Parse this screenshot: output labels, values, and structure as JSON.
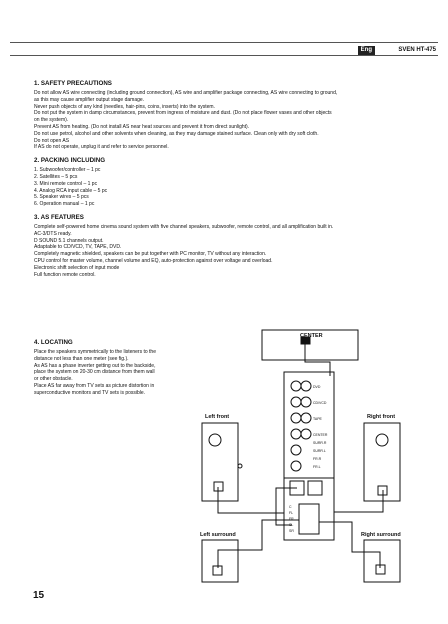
{
  "header": {
    "lang": "Eng",
    "model": "SVEN HT-475"
  },
  "safety": {
    "title": "1. SAFETY PRECAUTIONS",
    "lines": [
      "Do not allow AS wire connecting (including ground connection), AS wire and amplifier package connecting, AS wire connecting to ground,",
      "as this may cause amplifier output stage damage.",
      "Never push objects of any kind (needles, hair-pins, coins, inserts) into the system.",
      "Do not put the system in damp circumstances, prevent from ingress of moisture and dust. (Do not place flower vases and other objects",
      "on the system).",
      "Prevent AS from heating. (Do not install AS near heat sources and prevent it from direct sunlight).",
      "Do not use petrol, alcohol and other solvents when cleaning, as they may damage stained surface. Clean only with dry soft cloth.",
      "Do not open AS",
      "If AS do not operate, unplug it and refer to service personnel."
    ]
  },
  "packing": {
    "title": "2. PACKING INCLUDING",
    "lines": [
      "1. Subwoofer/controller – 1 pc",
      "2. Satellites – 5 pcs",
      "3. Mini remote control – 1 pc",
      "4. Analog RCA input cable – 5 pc",
      "5. Speaker wires – 5 pcs",
      "6. Operation manual – 1 pc"
    ]
  },
  "features": {
    "title": "3. AS FEATURES",
    "lines": [
      "Complete self-powered home cinema sound system with five channel speakers, subwoofer, remote control, and all amplification built in.",
      "AC-3/DTS ready.",
      "D SOUND 5.1 channels output.",
      "Adaptable to CD/VCD, TV, TAPE, DVD.",
      "Completely magnetic shielded, speakers can be put together with PC monitor, TV without any interaction.",
      "CPU control for master volume, channel volume and EQ, auto-protection against over voltage and overload.",
      "Electronic shift selection of input mode",
      "Full function remote control."
    ]
  },
  "locating": {
    "title": "4. LOCATING",
    "lines": [
      "Place the speakers symmetrically to the listeners to the",
      "distance not less than one meter (see fig.).",
      "As AS has a phase inverter getting out to the backside,",
      "place the system on 20-30 cm distance from them wall",
      "or other obstacle.",
      "Place AS far away from TV sets as picture distortion in",
      "superconductive monitors and TV sets is possible."
    ]
  },
  "diagram": {
    "center": "CENTER",
    "left_front": "Left front",
    "right_front": "Right front",
    "left_surround": "Left surround",
    "right_surround": "Right surround",
    "panel_labels": [
      "DVD",
      "CD/VCD",
      "TAPE",
      "CENTER",
      "SURR.R",
      "SURR.L",
      "FR.R",
      "FR.L"
    ],
    "terminal_labels": [
      "C",
      "FL",
      "FR",
      "SL",
      "SR"
    ]
  },
  "page_number": "15"
}
